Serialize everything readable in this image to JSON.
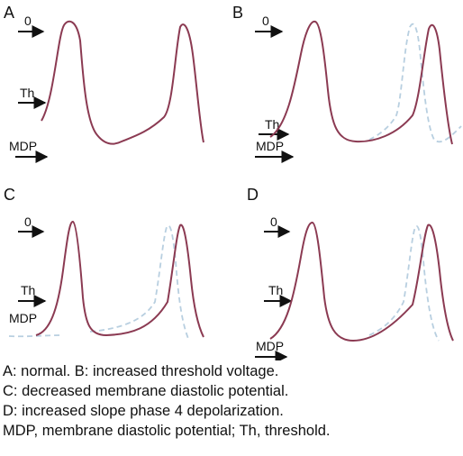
{
  "panels": [
    {
      "letter": "A",
      "labels": [
        "0",
        "Th",
        "MDP"
      ],
      "altered_trace": false
    },
    {
      "letter": "B",
      "labels": [
        "0",
        "Th",
        "MDP"
      ],
      "altered_trace": true
    },
    {
      "letter": "C",
      "labels": [
        "0",
        "Th",
        "MDP"
      ],
      "altered_trace": true
    },
    {
      "letter": "D",
      "labels": [
        "0",
        "Th",
        "MDP"
      ],
      "altered_trace": true
    }
  ],
  "caption": [
    "A: normal. B: increased threshold voltage.",
    "C: decreased membrane diastolic potential.",
    "D: increased slope phase 4 depolarization.",
    "MDP, membrane diastolic potential; Th, threshold."
  ],
  "colors": {
    "normal_trace": "#8b3a52",
    "altered_trace": "#b8cfe0",
    "text": "#111111"
  }
}
